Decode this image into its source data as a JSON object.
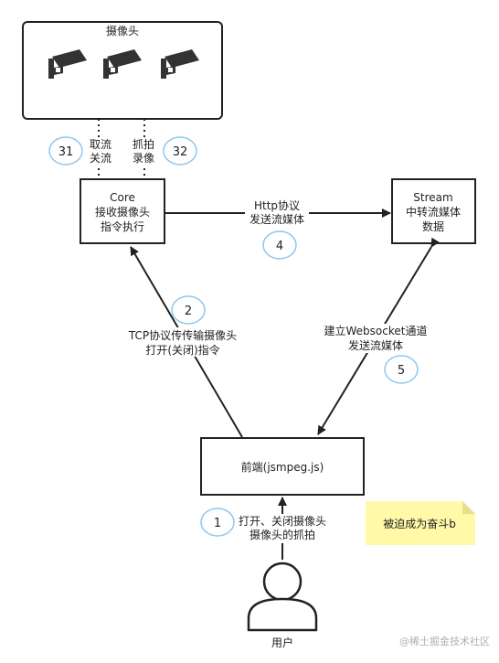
{
  "cameras_box": {
    "title": "摄像头"
  },
  "edge_31": {
    "badge": "31",
    "line1": "取流",
    "line2": "关流"
  },
  "edge_32": {
    "badge": "32",
    "line1": "抓拍",
    "line2": "录像"
  },
  "core_box": {
    "line1": "Core",
    "line2": "接收摄像头",
    "line3": "指令执行"
  },
  "stream_box": {
    "line1": "Stream",
    "line2": "中转流媒体",
    "line3": "数据"
  },
  "frontend_box": {
    "label": "前端(jsmpeg.js)"
  },
  "edge_http": {
    "line1": "Http协议",
    "line2": "发送流媒体",
    "badge": "4"
  },
  "edge_tcp": {
    "badge": "2",
    "line1": "TCP协议传传输摄像头",
    "line2": "打开(关闭)指令"
  },
  "edge_ws": {
    "line1": "建立Websocket通道",
    "line2": "发送流媒体",
    "badge": "5"
  },
  "edge_user": {
    "badge": "1",
    "line1": "打开、关闭摄像头",
    "line2": "摄像头的抓拍"
  },
  "note": {
    "text": "被迫成为奋斗b"
  },
  "user": {
    "label": "用户"
  },
  "watermark": "@稀土掘金技术社区",
  "colors": {
    "line": "#222222",
    "badge_border": "#90c6ee",
    "note_fill": "#fff9a8",
    "note_fold": "#e6df8a"
  }
}
